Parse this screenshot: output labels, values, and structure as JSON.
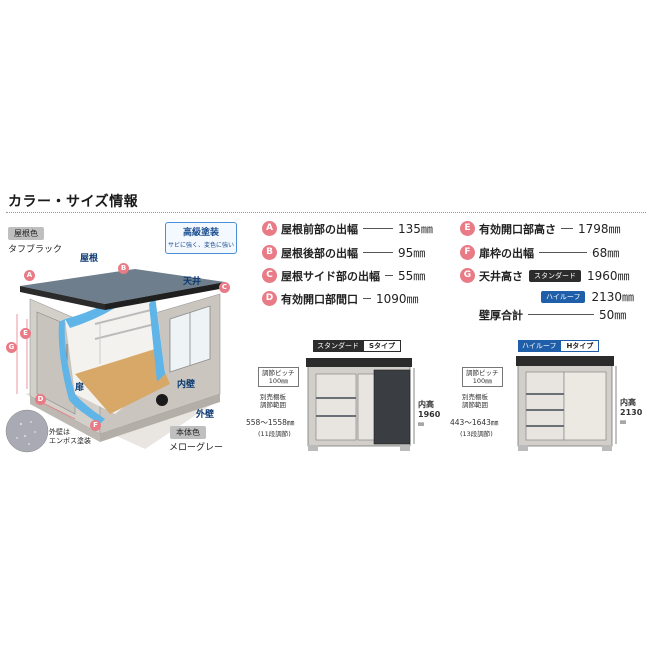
{
  "title": "カラー・サイズ情報",
  "illustration": {
    "roof_color_tag": "屋根色",
    "roof_color": "タフブラック",
    "labels": {
      "roof": "屋根",
      "ceiling": "天井",
      "door": "扉",
      "inner_wall": "内壁",
      "outer_wall": "外壁"
    },
    "pins": [
      "A",
      "B",
      "C",
      "D",
      "E",
      "F",
      "G"
    ],
    "coating_badge": {
      "title": "高級塗装",
      "subtitle": "サビに強く、変色に強い"
    },
    "emboss_note": [
      "外壁は",
      "エンボス塗装"
    ],
    "body_color_tag": "本体色",
    "body_color": "メローグレー"
  },
  "specs_left": [
    {
      "letter": "A",
      "label": "屋根前部の出幅",
      "value": "135㎜"
    },
    {
      "letter": "B",
      "label": "屋根後部の出幅",
      "value": "95㎜"
    },
    {
      "letter": "C",
      "label": "屋根サイド部の出幅",
      "value": "55㎜"
    },
    {
      "letter": "D",
      "label": "有効開口部間口",
      "value": "1090㎜"
    }
  ],
  "specs_right": [
    {
      "letter": "E",
      "label": "有効開口部高さ",
      "value": "1798㎜"
    },
    {
      "letter": "F",
      "label": "扉枠の出幅",
      "value": "68㎜"
    },
    {
      "letter": "G",
      "label": "天井高さ",
      "tag": "スタンダード",
      "value": "1960㎜"
    }
  ],
  "highroof_row": {
    "tag": "ハイルーフ",
    "value": "2130㎜"
  },
  "wall_row": {
    "label": "壁厚合計",
    "value": "50㎜"
  },
  "standard": {
    "head_a": "スタンダード",
    "head_b": "Sタイプ",
    "pitch": [
      "調節ピッチ",
      "100㎜"
    ],
    "shelf": [
      "別売棚板",
      "調節範囲"
    ],
    "range": "558～1558㎜",
    "steps": "(11段調節)",
    "inner_label": "内高",
    "inner_value": "1960",
    "inner_unit": "㎜"
  },
  "highroof": {
    "head_a": "ハイルーフ",
    "head_b": "Hタイプ",
    "pitch": [
      "調節ピッチ",
      "100㎜"
    ],
    "shelf": [
      "別売棚板",
      "調節範囲"
    ],
    "range": "443～1643㎜",
    "steps": "(13段調節)",
    "inner_label": "内高",
    "inner_value": "2130",
    "inner_unit": "㎜"
  },
  "colors": {
    "pin": "#e87b86",
    "roof": "#2b2b2b",
    "body": "#cfcbc4",
    "floor": "#d8a868",
    "insulation": "#5fb4e8",
    "blue_tag": "#1f5ea8"
  }
}
